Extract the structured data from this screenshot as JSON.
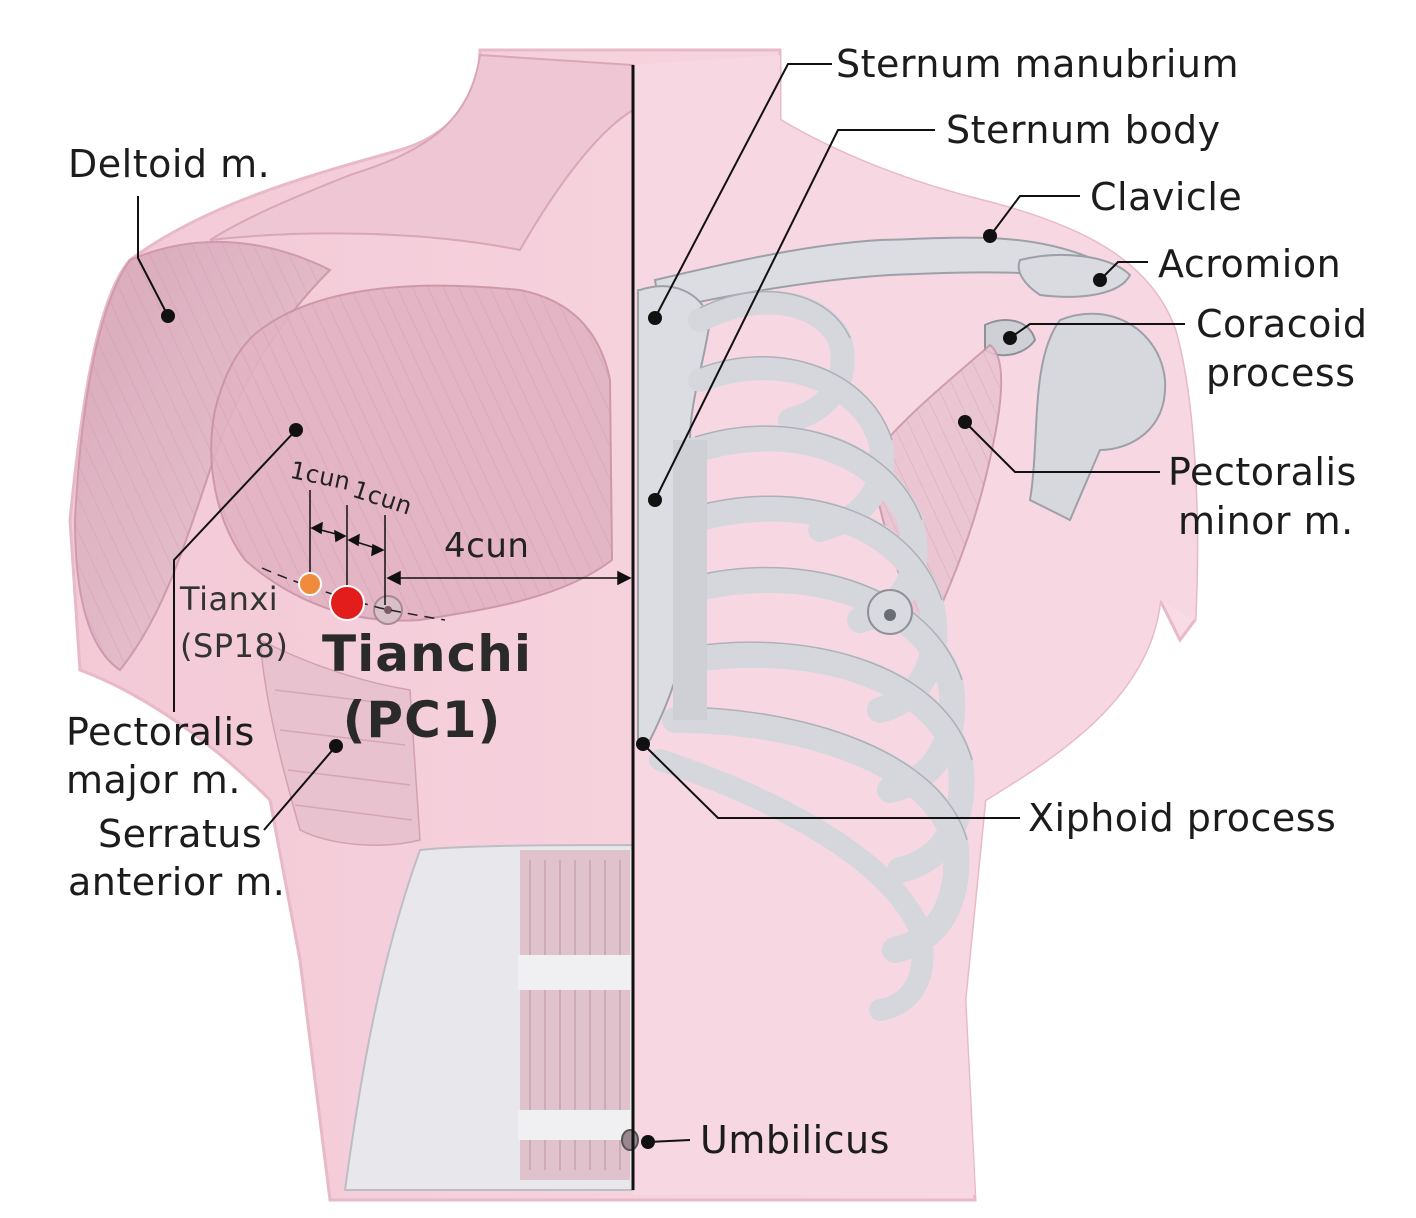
{
  "labels": {
    "sternum_manubrium": "Sternum manubrium",
    "sternum_body": "Sternum body",
    "clavicle": "Clavicle",
    "acromion": "Acromion",
    "coracoid_line1": "Coracoid",
    "coracoid_line2": "process",
    "pect_minor_line1": "Pectoralis",
    "pect_minor_line2": "minor m.",
    "xiphoid": "Xiphoid process",
    "umbilicus": "Umbilicus",
    "deltoid": "Deltoid m.",
    "pect_major_line1": "Pectoralis",
    "pect_major_line2": "major m.",
    "serratus_line1": "Serratus",
    "serratus_line2": "anterior m."
  },
  "points": {
    "tianxi_line1": "Tianxi",
    "tianxi_line2": "(SP18)",
    "tianchi_line1": "Tianchi",
    "tianchi_line2": "(PC1)"
  },
  "measurements": {
    "cun_a": "1cun",
    "cun_b": "1cun",
    "distance_to_midline": "4cun"
  },
  "colors": {
    "skin_pink": "#f6d3de",
    "muscle_pink": "#e6b6c6",
    "bone": "#dcdde2",
    "tianchi_point": "#e31c1c",
    "tianxi_point": "#f08a3c",
    "leader_line": "#111111"
  }
}
